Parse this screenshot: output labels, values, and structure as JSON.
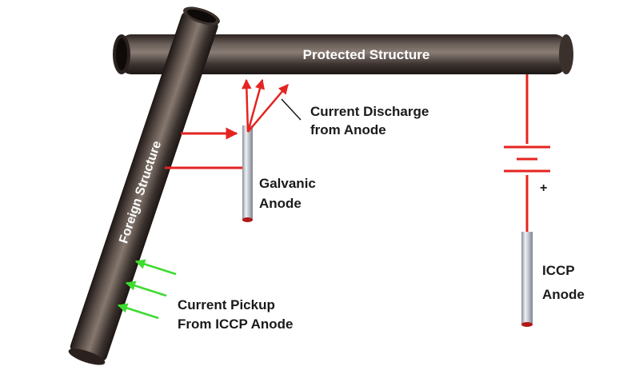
{
  "labels": {
    "protected_structure": "Protected Structure",
    "foreign_structure": "Foreign Structure",
    "discharge_line1": "Current Discharge",
    "discharge_line2": "from Anode",
    "galvanic_line1": "Galvanic",
    "galvanic_line2": "Anode",
    "plus": "+",
    "iccp_line1": "ICCP",
    "iccp_line2": "Anode",
    "pickup_line1": "Current Pickup",
    "pickup_line2": "From ICCP Anode"
  },
  "colors": {
    "pipe": "#4a3f3a",
    "wire": "#e42421",
    "pickup_arrow": "#3ddc2e",
    "anode_body": "#c8ccd2",
    "anode_tip": "#b01818"
  }
}
